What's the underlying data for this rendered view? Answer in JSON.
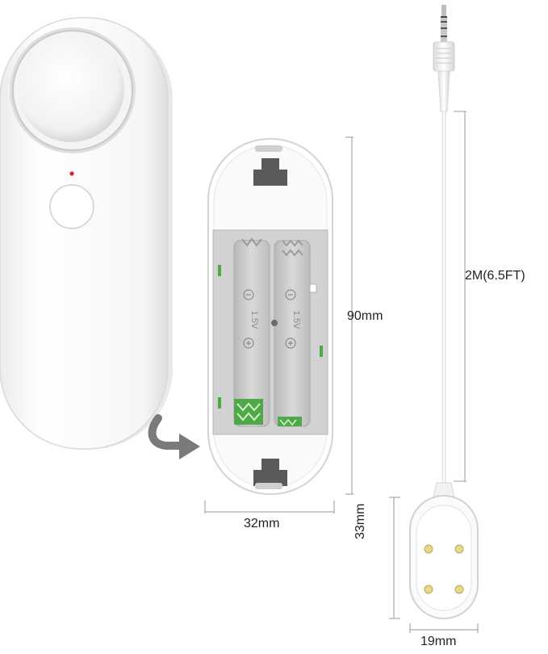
{
  "dimensions": {
    "battery_height": "90mm",
    "battery_width": "32mm",
    "cable_length": "2M(6.5FT)",
    "probe_height": "33mm",
    "probe_width": "19mm"
  },
  "battery_labels": {
    "left": "1.5V",
    "right": "1.5V"
  },
  "colors": {
    "device_body": "#f7f7f7",
    "device_outline": "#d9d9d9",
    "battery_bay": "#cfcfcf",
    "spring_green": "#4fa84a",
    "indicator_led": "#e02020",
    "probe_pins": "#e8d88a",
    "arrow": "#7a7a7a",
    "dimension_line": "#9a9a9a"
  },
  "icons": {
    "arrow": "curved-arrow-icon",
    "jack": "audio-jack-icon"
  }
}
